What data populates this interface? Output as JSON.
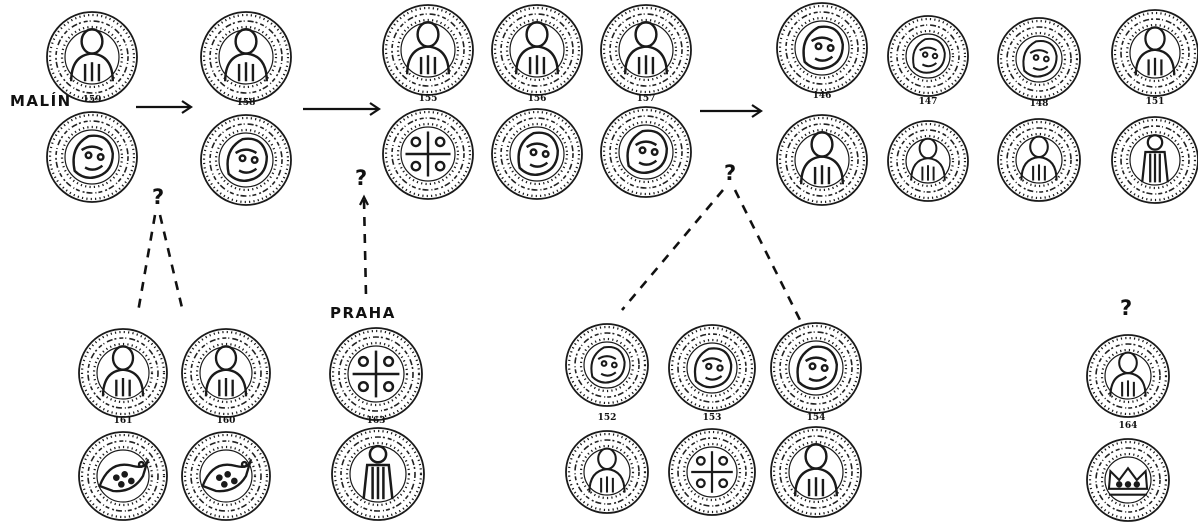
{
  "labels": {
    "malin": "MALÍN",
    "praha": "PRAHA",
    "question": "?"
  },
  "coins": [
    {
      "id": "159",
      "number": "159",
      "obverse_motif": "bust",
      "reverse_motif": "head",
      "group": "Malín"
    },
    {
      "id": "158",
      "number": "158",
      "obverse_motif": "bust",
      "reverse_motif": "head",
      "group": "group-158"
    },
    {
      "id": "155",
      "number": "155",
      "obverse_motif": "bust",
      "reverse_motif": "cross",
      "group": "group-155-157"
    },
    {
      "id": "156",
      "number": "156",
      "obverse_motif": "bust",
      "reverse_motif": "head",
      "group": "group-155-157"
    },
    {
      "id": "157",
      "number": "157",
      "obverse_motif": "bust",
      "reverse_motif": "head",
      "group": "group-155-157"
    },
    {
      "id": "146",
      "number": "146",
      "obverse_motif": "head",
      "reverse_motif": "bust",
      "group": "group-146-151"
    },
    {
      "id": "147",
      "number": "147",
      "obverse_motif": "head",
      "reverse_motif": "bust",
      "group": "group-146-151"
    },
    {
      "id": "148",
      "number": "148",
      "obverse_motif": "head",
      "reverse_motif": "bust",
      "group": "group-146-151"
    },
    {
      "id": "151",
      "number": "151",
      "obverse_motif": "bust",
      "reverse_motif": "standing",
      "group": "group-146-151"
    },
    {
      "id": "161",
      "number": "161",
      "obverse_motif": "bust",
      "reverse_motif": "bird",
      "group": "group-160-161"
    },
    {
      "id": "160",
      "number": "160",
      "obverse_motif": "bust",
      "reverse_motif": "bird",
      "group": "group-160-161"
    },
    {
      "id": "163",
      "number": "163",
      "obverse_motif": "cross",
      "reverse_motif": "standing",
      "group": "Praha"
    },
    {
      "id": "152",
      "number": "152",
      "obverse_motif": "head",
      "reverse_motif": "bust",
      "group": "group-152-154"
    },
    {
      "id": "153",
      "number": "153",
      "obverse_motif": "head",
      "reverse_motif": "cross",
      "group": "group-152-154"
    },
    {
      "id": "154",
      "number": "154",
      "obverse_motif": "head",
      "reverse_motif": "bust",
      "group": "group-152-154"
    },
    {
      "id": "164",
      "number": "164",
      "obverse_motif": "bust",
      "reverse_motif": "crown",
      "group": "group-164"
    }
  ],
  "relations": [
    {
      "from": "159",
      "to": "158",
      "type": "sequence"
    },
    {
      "from": "158",
      "to": "155-157",
      "type": "sequence"
    },
    {
      "from": "155-157",
      "to": "146-151",
      "type": "sequence"
    },
    {
      "from": "160-161",
      "to": "159",
      "type": "uncertain"
    },
    {
      "from": "163",
      "to": "158",
      "type": "uncertain"
    },
    {
      "from": "152-154",
      "to": "155-157",
      "type": "uncertain"
    },
    {
      "from": "164",
      "to": "unknown",
      "type": "uncertain"
    }
  ]
}
